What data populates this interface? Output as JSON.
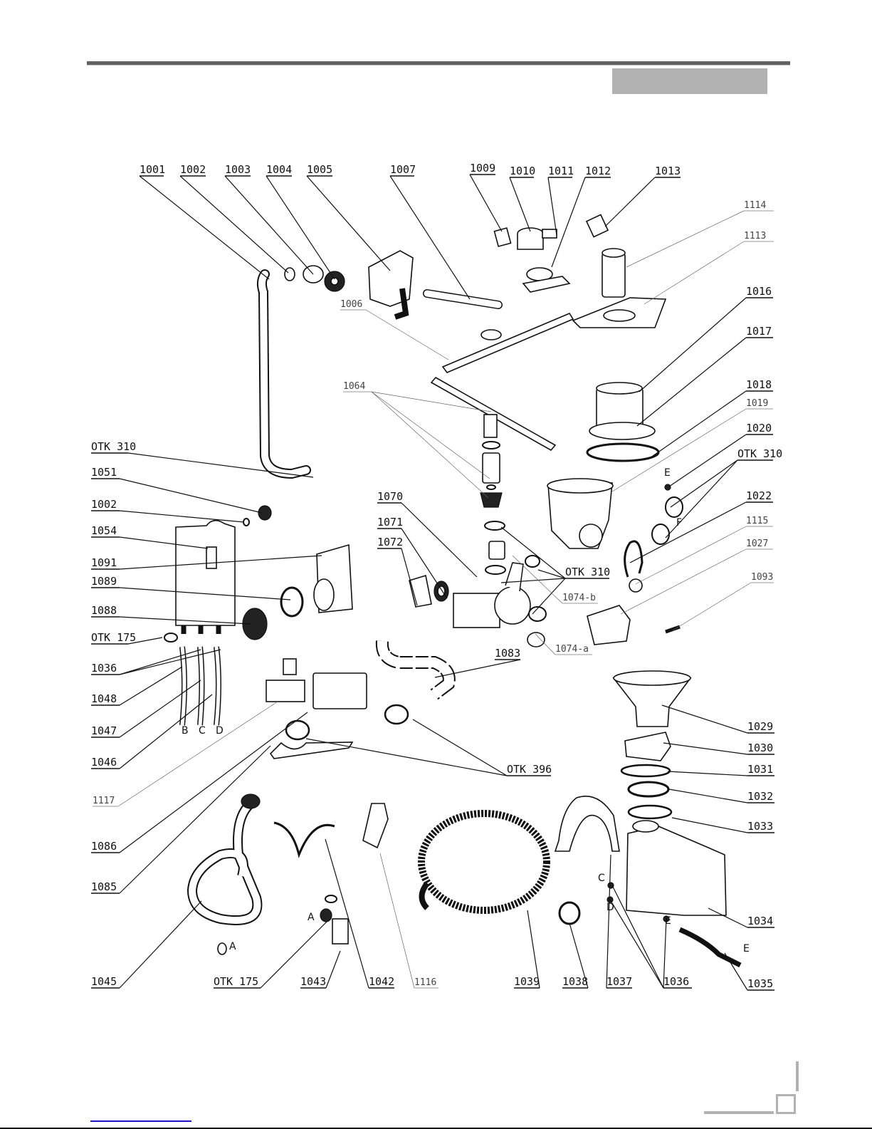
{
  "page": {
    "header_box_text": "",
    "colors": {
      "rule": "#616161",
      "header_box": "#b2b2b2",
      "ink": "#111111",
      "link": "#1a14c8"
    }
  },
  "diagram": {
    "title": "Dishwasher exploded parts diagram",
    "labels": [
      {
        "id": "1001",
        "text": "1001"
      },
      {
        "id": "1002a",
        "text": "1002"
      },
      {
        "id": "1003",
        "text": "1003"
      },
      {
        "id": "1004",
        "text": "1004"
      },
      {
        "id": "1005",
        "text": "1005"
      },
      {
        "id": "1006",
        "text": "1006"
      },
      {
        "id": "1007",
        "text": "1007"
      },
      {
        "id": "1009",
        "text": "1009"
      },
      {
        "id": "1010",
        "text": "1010"
      },
      {
        "id": "1011",
        "text": "1011"
      },
      {
        "id": "1012",
        "text": "1012"
      },
      {
        "id": "1013",
        "text": "1013"
      },
      {
        "id": "1114",
        "text": "1114"
      },
      {
        "id": "1113",
        "text": "1113"
      },
      {
        "id": "1016",
        "text": "1016"
      },
      {
        "id": "1017",
        "text": "1017"
      },
      {
        "id": "1018",
        "text": "1018"
      },
      {
        "id": "1019",
        "text": "1019"
      },
      {
        "id": "1020",
        "text": "1020"
      },
      {
        "id": "otk310r",
        "text": "ОТК 310"
      },
      {
        "id": "1022",
        "text": "1022"
      },
      {
        "id": "1115",
        "text": "1115"
      },
      {
        "id": "1027",
        "text": "1027"
      },
      {
        "id": "1093",
        "text": "1093"
      },
      {
        "id": "1064",
        "text": "1064"
      },
      {
        "id": "otk310l",
        "text": "ОТК 310"
      },
      {
        "id": "1051",
        "text": "1051"
      },
      {
        "id": "1002b",
        "text": "1002"
      },
      {
        "id": "1054",
        "text": "1054"
      },
      {
        "id": "1091",
        "text": "1091"
      },
      {
        "id": "1089",
        "text": "1089"
      },
      {
        "id": "1088",
        "text": "1088"
      },
      {
        "id": "otk175l",
        "text": "ОТК 175"
      },
      {
        "id": "1036l",
        "text": "1036"
      },
      {
        "id": "1048",
        "text": "1048"
      },
      {
        "id": "1047",
        "text": "1047"
      },
      {
        "id": "1046",
        "text": "1046"
      },
      {
        "id": "1070",
        "text": "1070"
      },
      {
        "id": "1071",
        "text": "1071"
      },
      {
        "id": "1072",
        "text": "1072"
      },
      {
        "id": "otk310m",
        "text": "ОТК 310"
      },
      {
        "id": "1074b",
        "text": "1074-b"
      },
      {
        "id": "1074a",
        "text": "1074-a"
      },
      {
        "id": "1083",
        "text": "1083"
      },
      {
        "id": "otk396",
        "text": "ОТК 396"
      },
      {
        "id": "1117",
        "text": "1117"
      },
      {
        "id": "1086",
        "text": "1086"
      },
      {
        "id": "1085",
        "text": "1085"
      },
      {
        "id": "1029",
        "text": "1029"
      },
      {
        "id": "1030",
        "text": "1030"
      },
      {
        "id": "1031",
        "text": "1031"
      },
      {
        "id": "1032",
        "text": "1032"
      },
      {
        "id": "1033",
        "text": "1033"
      },
      {
        "id": "1034",
        "text": "1034"
      },
      {
        "id": "1035",
        "text": "1035"
      },
      {
        "id": "1045",
        "text": "1045"
      },
      {
        "id": "otk175b",
        "text": "ОТК 175"
      },
      {
        "id": "1043",
        "text": "1043"
      },
      {
        "id": "1042",
        "text": "1042"
      },
      {
        "id": "1116",
        "text": "1116"
      },
      {
        "id": "1039",
        "text": "1039"
      },
      {
        "id": "1038",
        "text": "1038"
      },
      {
        "id": "1037",
        "text": "1037"
      },
      {
        "id": "1036b",
        "text": "1036"
      }
    ],
    "connection_letters": [
      "B",
      "C",
      "D",
      "A",
      "A",
      "C",
      "D",
      "E",
      "E",
      "E",
      "F"
    ]
  }
}
